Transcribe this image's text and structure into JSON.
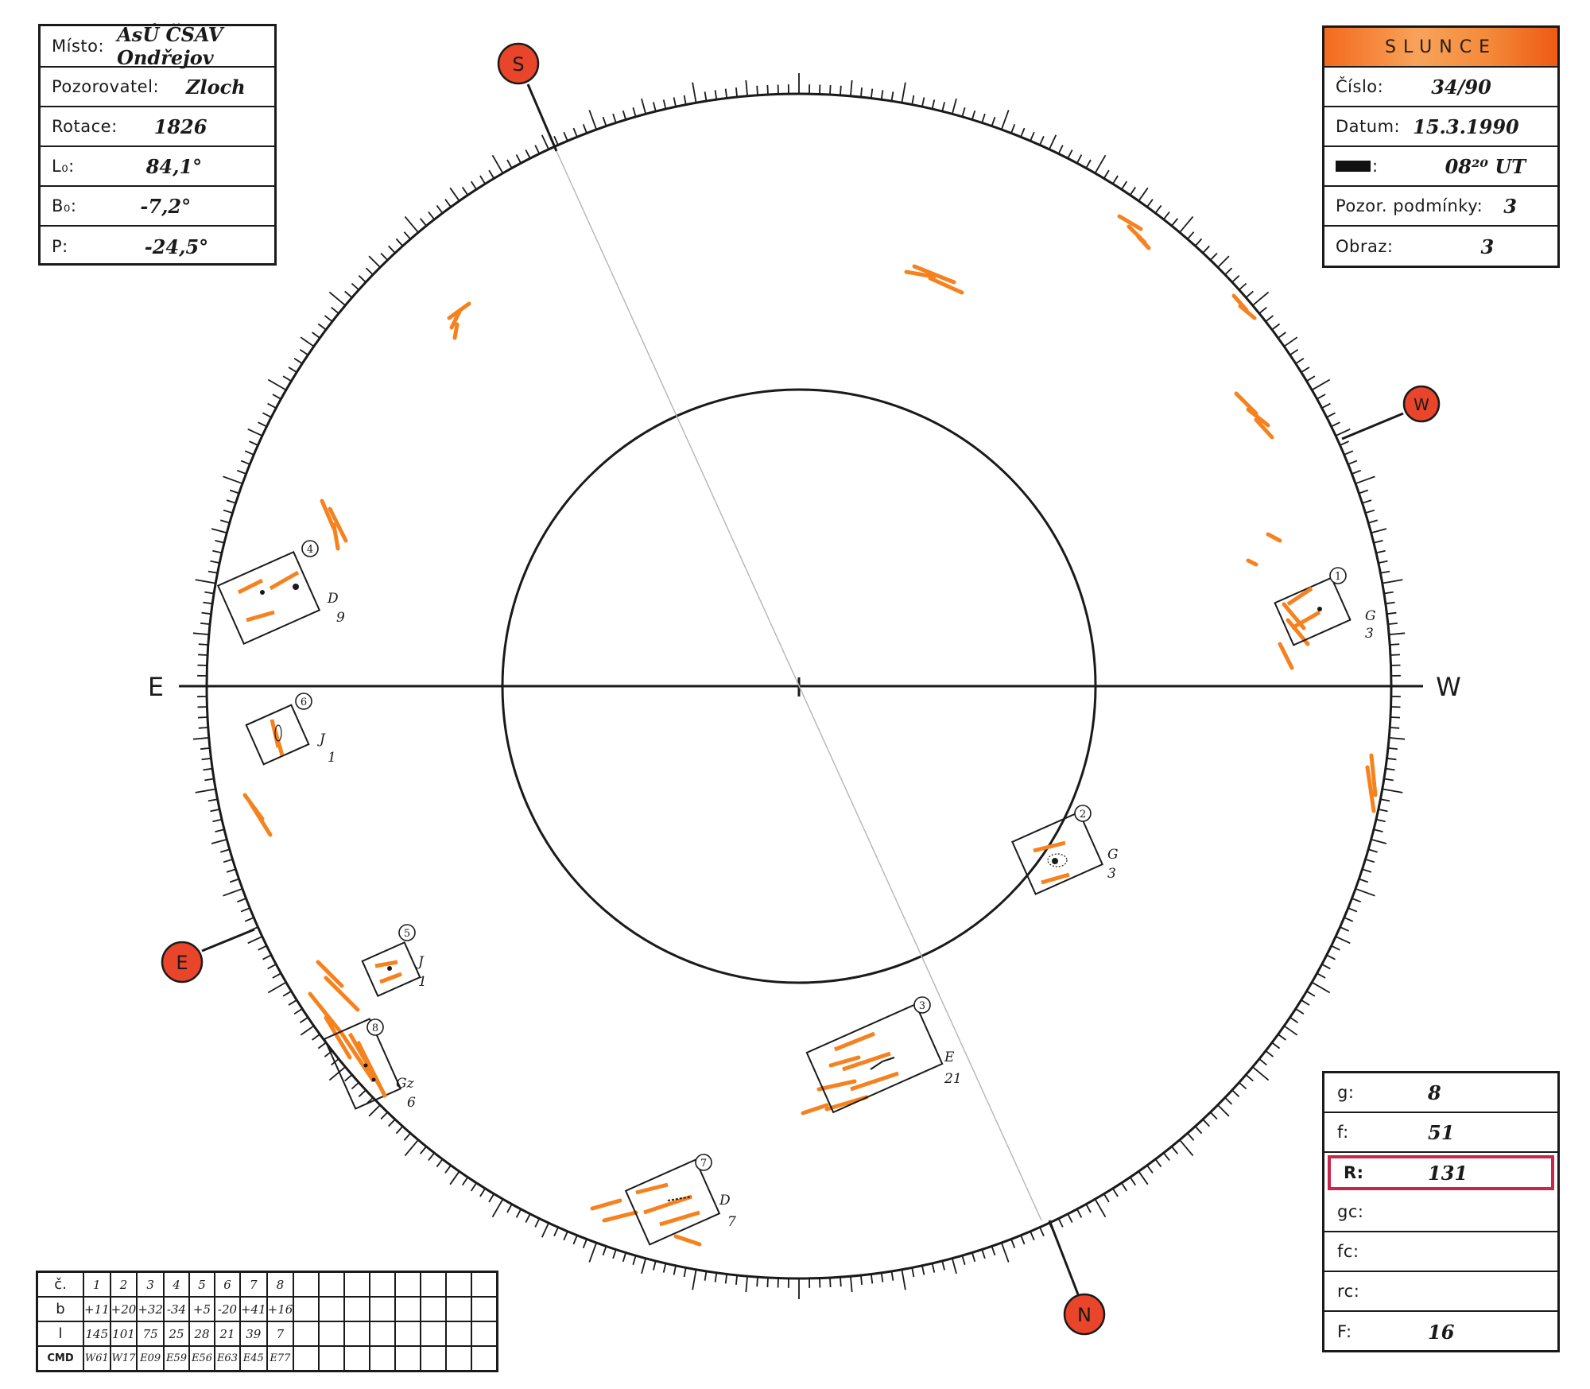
{
  "header_left": {
    "misto_label": "Místo:",
    "misto_value": "AsÚ ČSAV Ondřejov",
    "pozorovatel_label": "Pozorovatel:",
    "pozorovatel_value": "Zloch",
    "rotace_label": "Rotace:",
    "rotace_value": "1826",
    "l0_label": "L₀:",
    "l0_value": "84,1°",
    "b0_label": "B₀:",
    "b0_value": "-7,2°",
    "p_label": "P:",
    "p_value": "-24,5°"
  },
  "header_right": {
    "title": "SLUNCE",
    "cislo_label": "Číslo:",
    "cislo_value": "34/90",
    "datum_label": "Datum:",
    "datum_value": "15.3.1990",
    "cas_label": ":",
    "cas_value": "08²⁰ UT",
    "podminky_label": "Pozor. podmínky:",
    "podminky_value": "3",
    "obraz_label": "Obraz:",
    "obraz_value": "3"
  },
  "counts": {
    "g_label": "g:",
    "g_value": "8",
    "f_label": "f:",
    "f_value": "51",
    "r_label": "R:",
    "r_value": "131",
    "gc_label": "gc:",
    "fc_label": "fc:",
    "rc_label": "rc:",
    "F_label": "F:",
    "F_value": "16"
  },
  "compass": {
    "s_label": "S",
    "w_label": "W",
    "e_label": "E",
    "n_label": "N",
    "east_axis_label": "E",
    "west_axis_label": "W"
  },
  "colors": {
    "facula": "#f5821f",
    "marker_fill": "#e8452a",
    "ink": "#1a1a1a",
    "r_frame": "#c8264a"
  },
  "groups": [
    {
      "num": "1",
      "class_top": "G",
      "class_bottom": "3"
    },
    {
      "num": "2",
      "class_top": "G",
      "class_bottom": "3"
    },
    {
      "num": "3",
      "class_top": "E",
      "class_bottom": "21"
    },
    {
      "num": "4",
      "class_top": "D",
      "class_bottom": "9"
    },
    {
      "num": "5",
      "class_top": "J",
      "class_bottom": "1"
    },
    {
      "num": "6",
      "class_top": "J",
      "class_bottom": "1"
    },
    {
      "num": "7",
      "class_top": "D",
      "class_bottom": "7"
    },
    {
      "num": "8",
      "class_top": "Gz",
      "class_bottom": "6"
    }
  ],
  "table": {
    "row_labels": [
      "č.",
      "b",
      "l",
      "CMD"
    ],
    "numbers": [
      "1",
      "2",
      "3",
      "4",
      "5",
      "6",
      "7",
      "8"
    ],
    "b": [
      "+11",
      "+20",
      "+32",
      "-34",
      "+5",
      "-20",
      "+41",
      "+16"
    ],
    "l": [
      "145",
      "101",
      "75",
      "25",
      "28",
      "21",
      "39",
      "7"
    ],
    "cmd": [
      "W61",
      "W17",
      "E09",
      "E59",
      "E56",
      "E63",
      "E45",
      "E77"
    ],
    "empty_columns": 8
  }
}
